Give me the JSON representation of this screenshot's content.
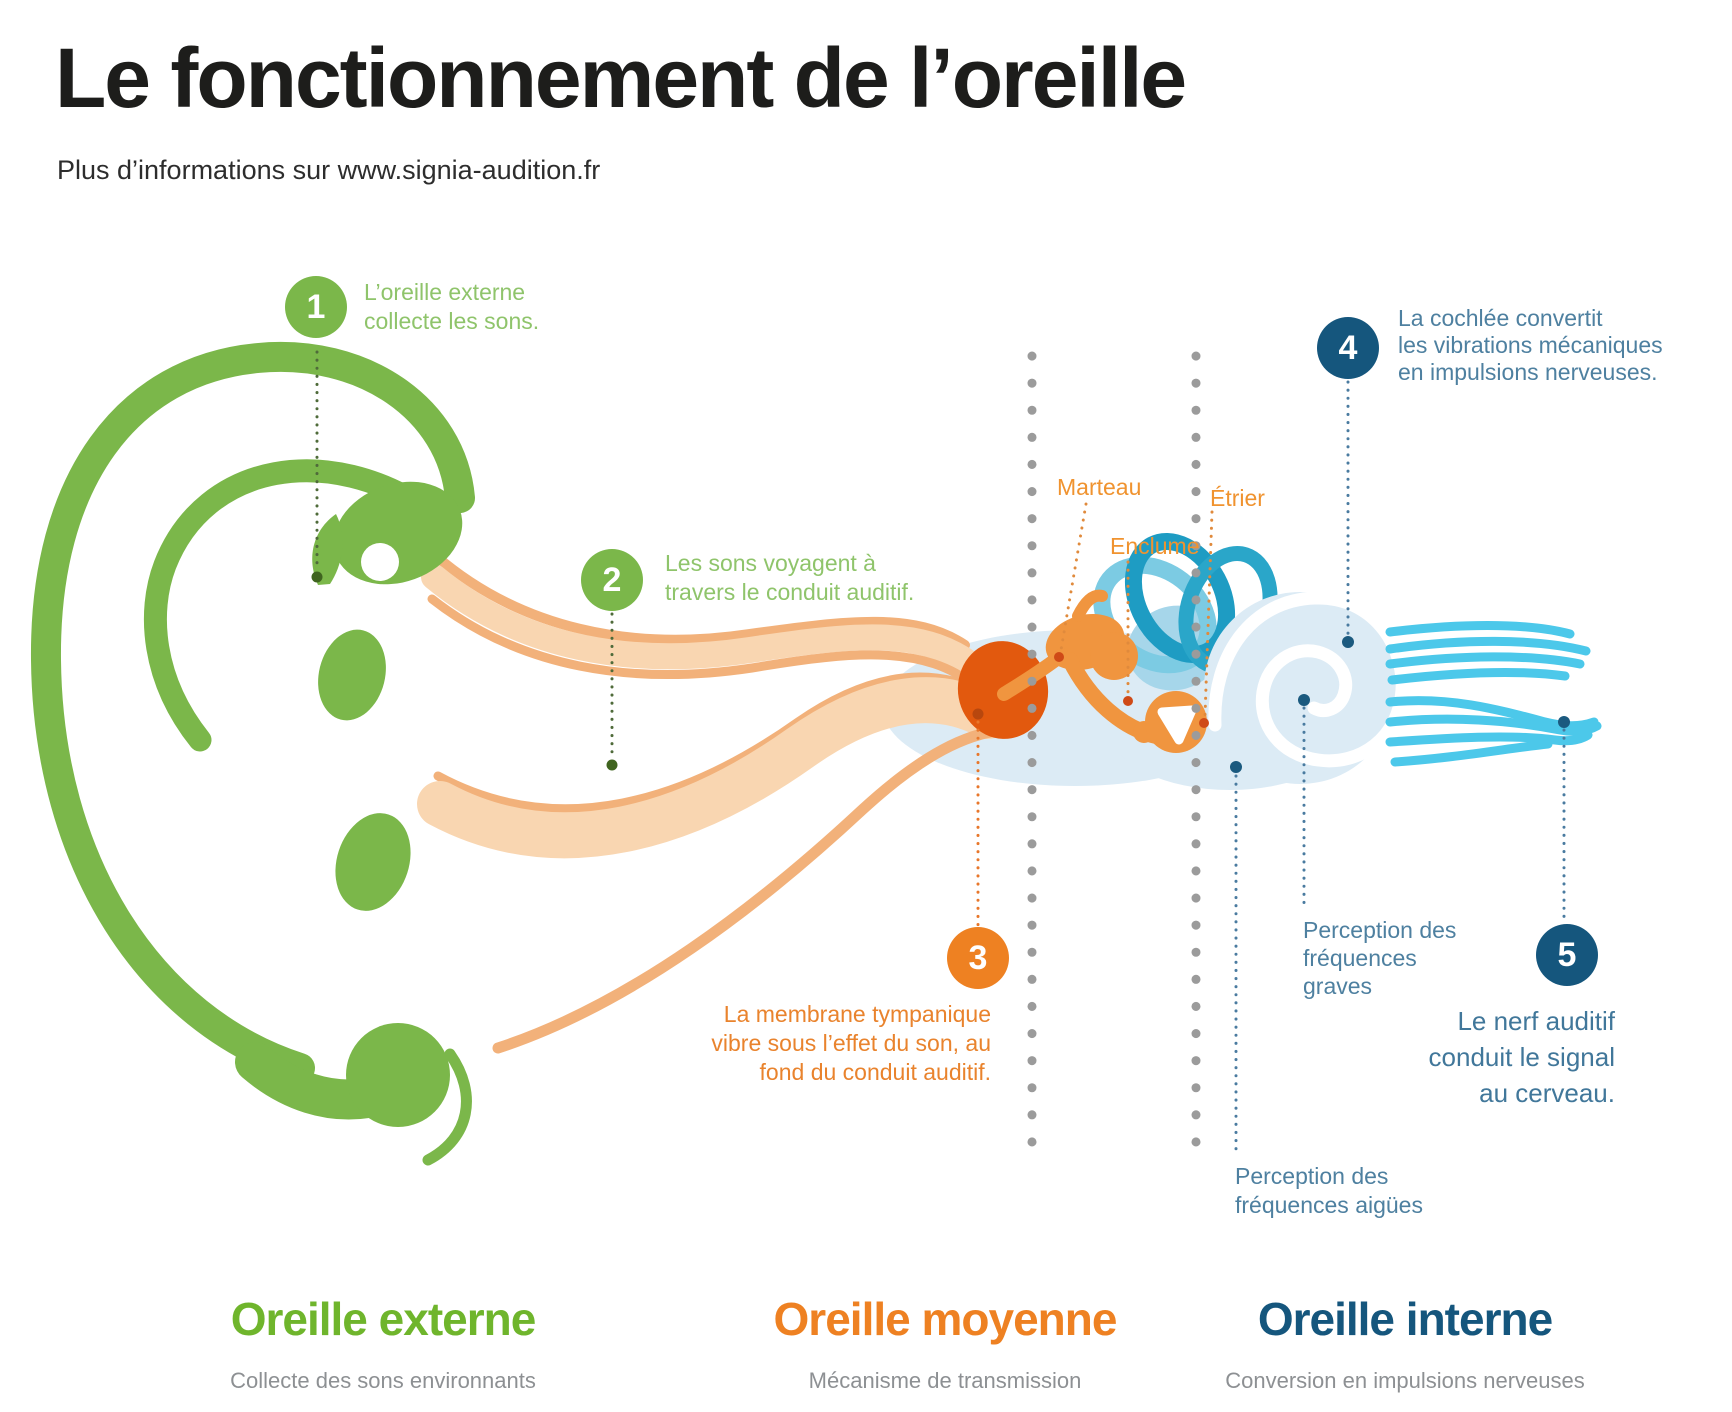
{
  "header": {
    "title": "Le fonctionnement de l’oreille",
    "subtitle": "Plus d’informations sur www.signia-audition.fr"
  },
  "callouts": [
    {
      "number": "1",
      "color": "#7bb74a",
      "lines": [
        "L’oreille externe",
        "collecte les sons."
      ]
    },
    {
      "number": "2",
      "color": "#7bb74a",
      "lines": [
        "Les sons voyagent à",
        "travers le conduit auditif."
      ]
    },
    {
      "number": "3",
      "color": "#ee8122",
      "lines": [
        "La membrane tympanique",
        "vibre sous l’effet du son, au",
        "fond du conduit auditif."
      ]
    },
    {
      "number": "4",
      "color": "#15567d",
      "lines": [
        "La cochlée convertit",
        "les vibrations mécaniques",
        "en impulsions nerveuses."
      ]
    },
    {
      "number": "5",
      "color": "#15567d",
      "lines": [
        "Le nerf auditif",
        "conduit le signal",
        "au cerveau."
      ]
    }
  ],
  "ossicle_labels": {
    "malleus": "Marteau",
    "incus": "Enclume",
    "stapes": "Étrier"
  },
  "perception": {
    "low_freq": [
      "Perception des",
      "fréquences",
      "graves"
    ],
    "high_freq": [
      "Perception des",
      "fréquences aigües"
    ]
  },
  "sections": [
    {
      "title": "Oreille externe",
      "subtitle": "Collecte des sons environnants",
      "color": "#6fb52c"
    },
    {
      "title": "Oreille moyenne",
      "subtitle": "Mécanisme de transmission",
      "color": "#ee8122"
    },
    {
      "title": "Oreille interne",
      "subtitle": "Conversion en impulsions nerveuses",
      "color": "#15567d"
    }
  ],
  "palette": {
    "green": "#7bb74a",
    "green_text": "#8fc46b",
    "orange": "#ee8122",
    "orange_label": "#f0932f",
    "dark_blue": "#15567d",
    "callout_blue_text": "#4e80a0",
    "teal_dark": "#1e9cc3",
    "teal_light": "#7ccbe3",
    "pale_blue": "#dcebf5",
    "nerve_cyan": "#4cc8ea",
    "canal_tan_light": "#f9d6b1",
    "canal_tan_dark": "#f2b17a",
    "tympanic_orange": "#e2590e",
    "ossicle_orange": "#f0953f",
    "divider_gray": "#9b9b9b"
  }
}
